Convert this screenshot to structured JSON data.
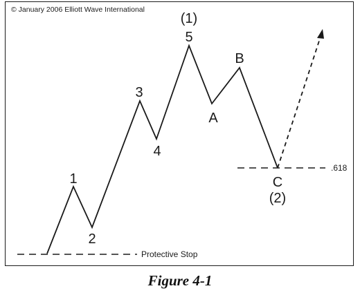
{
  "copyright": "© January 2006 Elliott Wave International",
  "caption": "Figure 4-1",
  "colors": {
    "ink": "#1a1a1a",
    "background": "#ffffff"
  },
  "wave_labels": {
    "one": "1",
    "two": "2",
    "three": "3",
    "four": "4",
    "five": "5",
    "degree_1": "(1)",
    "a": "A",
    "b": "B",
    "c": "C",
    "degree_2": "(2)"
  },
  "lines": {
    "protective_stop": "Protective Stop",
    "retracement": ".618"
  }
}
